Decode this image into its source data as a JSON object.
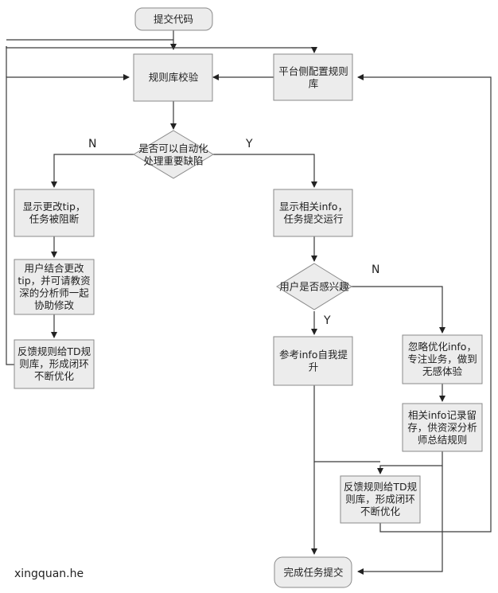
{
  "nodes": {
    "submit_code": [
      "提交代码"
    ],
    "rule_check": [
      "规则库校验"
    ],
    "platform_config": [
      "平台侧配置规则",
      "库"
    ],
    "auto_fix_decision": [
      "是否可以自动化",
      "处理重要缺陷"
    ],
    "show_tip": [
      "显示更改tip，",
      "任务被阻断"
    ],
    "user_fix": [
      "用户结合更改",
      "tip，并可请教资",
      "深的分析师一起",
      "协助修改"
    ],
    "feedback_left": [
      "反馈规则给TD规",
      "则库，形成闭环",
      "不断优化"
    ],
    "show_info": [
      "显示相关info，",
      "任务提交运行"
    ],
    "interest_decision": [
      "用户是否感兴趣"
    ],
    "self_improve": [
      "参考info自我提",
      "升"
    ],
    "ignore_info": [
      "忽略优化info，",
      "专注业务，做到",
      "无感体验"
    ],
    "store_info": [
      "相关info记录留",
      "存，供资深分析",
      "师总结规则"
    ],
    "feedback_right": [
      "反馈规则给TD规",
      "则库，形成闭环",
      "不断优化"
    ],
    "complete": [
      "完成任务提交"
    ]
  },
  "edge_labels": {
    "auto_no": "N",
    "auto_yes": "Y",
    "interest_no": "N",
    "interest_yes": "Y"
  },
  "watermark": "xingquan.he"
}
